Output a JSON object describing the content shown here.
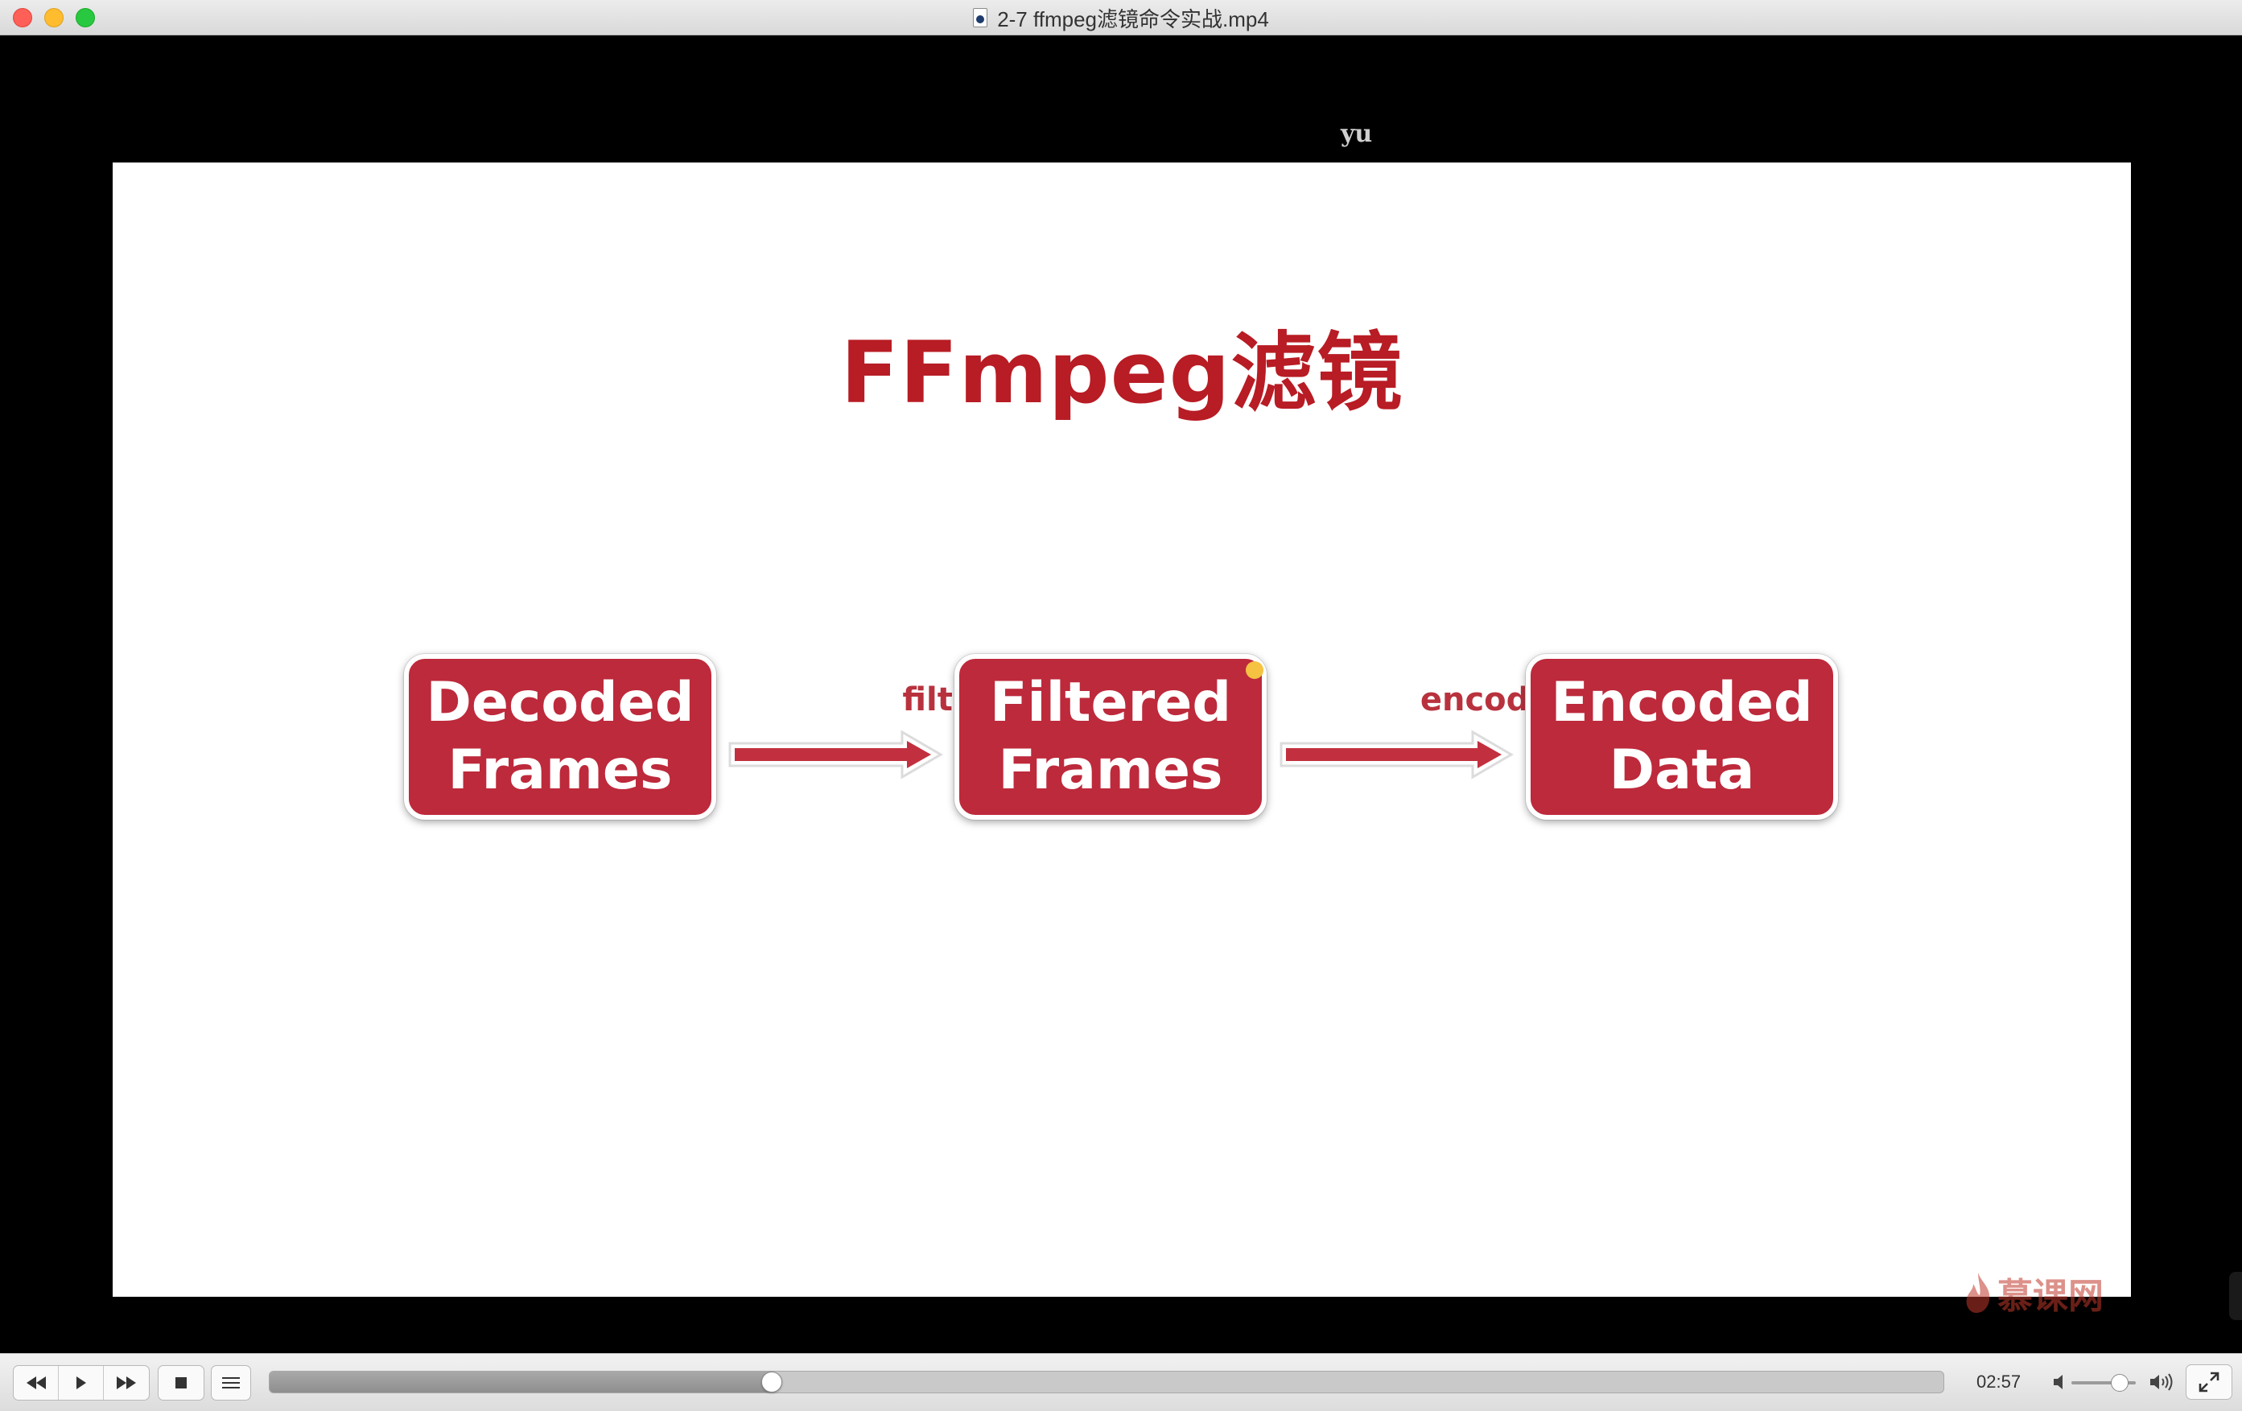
{
  "window": {
    "title": "2-7 ffmpeg滤镜命令实战.mp4"
  },
  "video": {
    "overlay_text": "yu",
    "slide": {
      "title": "FFmpeg滤镜",
      "boxes": [
        {
          "line1": "Decoded",
          "line2": "Frames"
        },
        {
          "line1": "Filtered",
          "line2": "Frames"
        },
        {
          "line1": "Encoded",
          "line2": "Data"
        }
      ],
      "arrows": [
        {
          "label": "filter"
        },
        {
          "label": "encoder"
        }
      ]
    },
    "watermark": {
      "text": "慕课网",
      "icon": "flame-icon"
    }
  },
  "controls": {
    "rewind_icon": "rewind-icon",
    "play_icon": "play-icon",
    "fast_forward_icon": "fast-forward-icon",
    "stop_icon": "stop-icon",
    "playlist_icon": "playlist-icon",
    "progress_fraction": 0.3,
    "time": "02:57",
    "volume_fraction": 0.75,
    "fullscreen_icon": "fullscreen-icon"
  },
  "colors": {
    "accent_red": "#b81c24",
    "box_red": "#bd2a3b",
    "arrow_red": "#c2303f"
  }
}
